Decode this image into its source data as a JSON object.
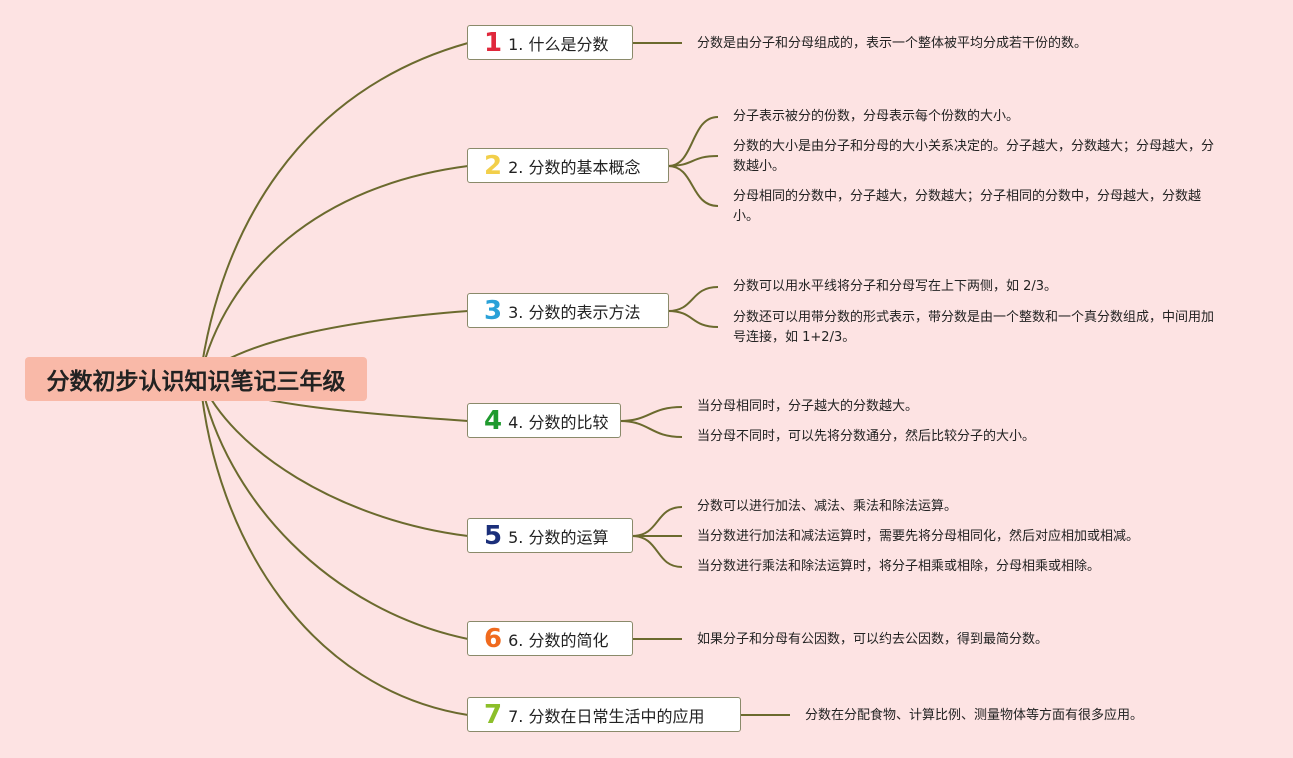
{
  "root": {
    "title": "分数初步认识知识笔记三年级"
  },
  "branches": [
    {
      "num": "1",
      "num_color": "#e0283c",
      "label": "1. 什么是分数",
      "leaves": [
        "分数是由分子和分母组成的，表示一个整体被平均分成若干份的数。"
      ]
    },
    {
      "num": "2",
      "num_color": "#f2cf4a",
      "label": "2. 分数的基本概念",
      "leaves": [
        "分子表示被分的份数，分母表示每个份数的大小。",
        "分数的大小是由分子和分母的大小关系决定的。分子越大，分数越大；分母越大，分数越小。",
        "分母相同的分数中，分子越大，分数越大；分子相同的分数中，分母越大，分数越小。"
      ]
    },
    {
      "num": "3",
      "num_color": "#2aa1d8",
      "label": "3. 分数的表示方法",
      "leaves": [
        "分数可以用水平线将分子和分母写在上下两侧，如 2/3。",
        "分数还可以用带分数的形式表示，带分数是由一个整数和一个真分数组成，中间用加号连接，如 1+2/3。"
      ]
    },
    {
      "num": "4",
      "num_color": "#1f9a2e",
      "label": "4. 分数的比较",
      "leaves": [
        "当分母相同时，分子越大的分数越大。",
        "当分母不同时，可以先将分数通分，然后比较分子的大小。"
      ]
    },
    {
      "num": "5",
      "num_color": "#1b2f7a",
      "label": "5. 分数的运算",
      "leaves": [
        "分数可以进行加法、减法、乘法和除法运算。",
        "当分数进行加法和减法运算时，需要先将分母相同化，然后对应相加或相减。",
        "当分数进行乘法和除法运算时，将分子相乘或相除，分母相乘或相除。"
      ]
    },
    {
      "num": "6",
      "num_color": "#f06a1e",
      "label": "6. 分数的简化",
      "leaves": [
        "如果分子和分母有公因数，可以约去公因数，得到最简分数。"
      ]
    },
    {
      "num": "7",
      "num_color": "#8cbf2a",
      "label": "7. 分数在日常生活中的应用",
      "leaves": [
        "分数在分配食物、计算比例、测量物体等方面有很多应用。"
      ]
    }
  ],
  "colors": {
    "background": "#fde3e3",
    "root_fill": "#f9b9a8",
    "line": "#6b6a2e"
  }
}
